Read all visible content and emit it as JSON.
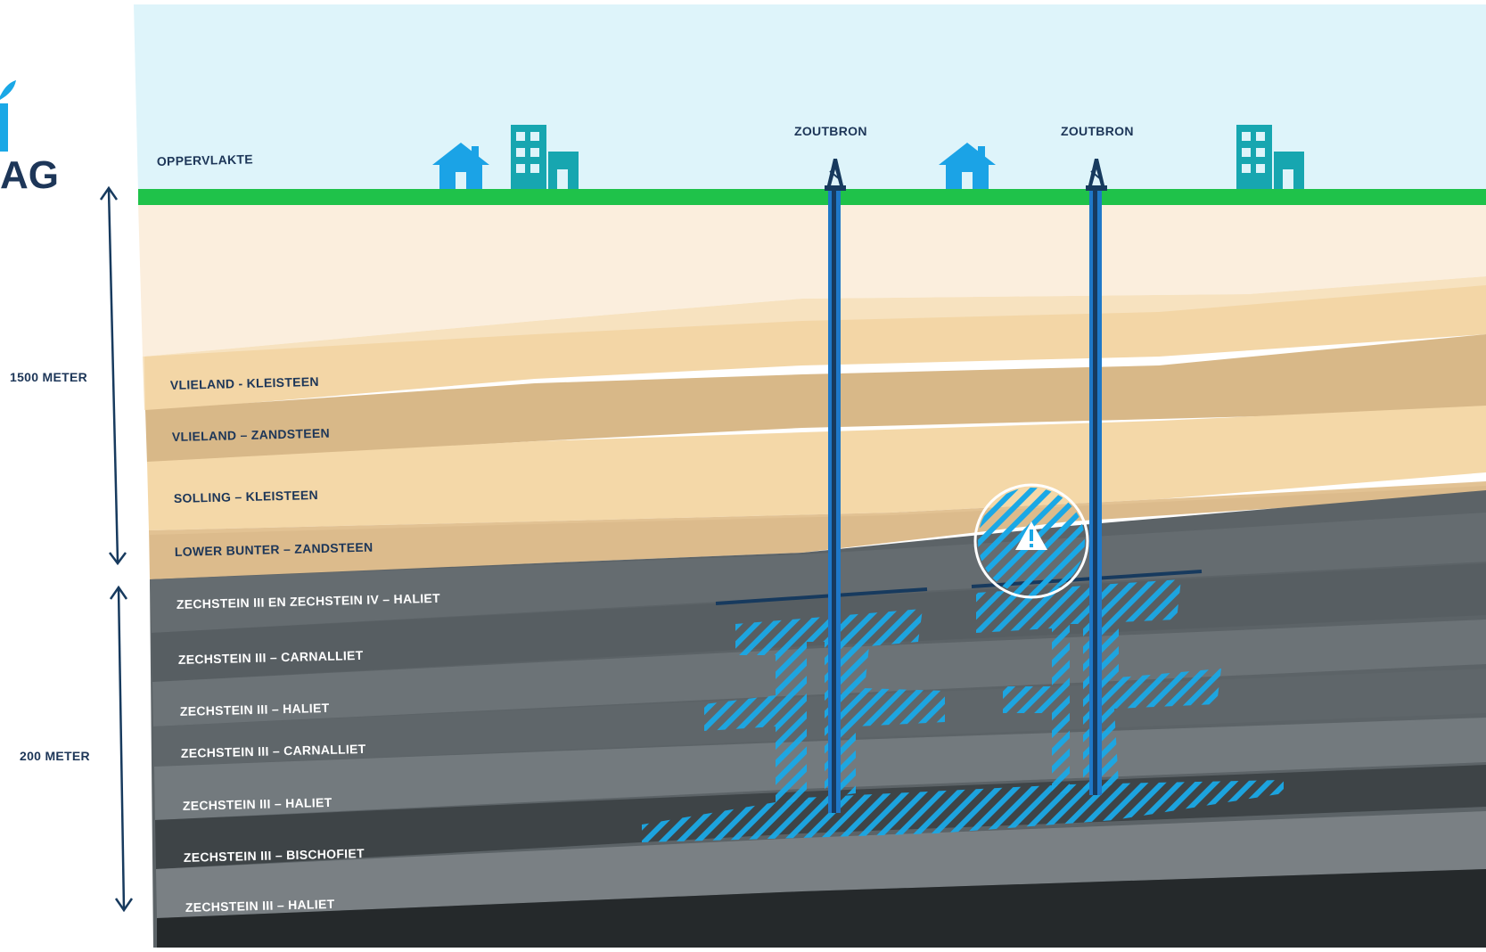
{
  "logo": {
    "partial_text": "AG",
    "colors": {
      "mark": "#1aa8e6",
      "text": "#1d3658"
    }
  },
  "surface": {
    "label": "OPPERVLAKTE"
  },
  "wells": [
    {
      "label": "ZOUTBRON"
    },
    {
      "label": "ZOUTBRON"
    }
  ],
  "scale": {
    "upper_label": "1500 METER",
    "lower_label": "200 METER"
  },
  "layers": [
    {
      "label": "VLIELAND - KLEISTEEN"
    },
    {
      "label": "VLIELAND – ZANDSTEEN"
    },
    {
      "label": "SOLLING – KLEISTEEN"
    },
    {
      "label": "LOWER BUNTER – ZANDSTEEN"
    },
    {
      "label": "ZECHSTEIN III EN ZECHSTEIN IV – HALIET"
    },
    {
      "label": "ZECHSTEIN III – CARNALLIET"
    },
    {
      "label": "ZECHSTEIN III – HALIET"
    },
    {
      "label": "ZECHSTEIN III – CARNALLIET"
    },
    {
      "label": "ZECHSTEIN III – HALIET"
    },
    {
      "label": "ZECHSTEIN III – BISCHOFIET"
    },
    {
      "label": "ZECHSTEIN III – HALIET"
    }
  ],
  "warning": {
    "icon": "warning-triangle-icon"
  },
  "icons": [
    "house-icon",
    "building-icon",
    "drilling-rig-icon",
    "warning-triangle-icon"
  ],
  "colors": {
    "sky": "#def4fa",
    "grass": "#1fc24a",
    "pipe": "#1f78c8",
    "brine": "#1aa8e6",
    "dark_text": "#1d3658",
    "arrow": "#173a5e",
    "building": "#17a6b0",
    "house": "#1ba3e6"
  }
}
